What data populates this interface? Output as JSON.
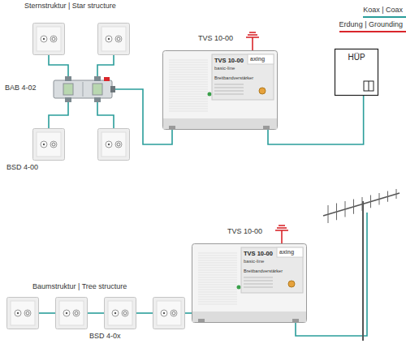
{
  "diagram": {
    "nodes": [
      {
        "text": [
          "BAB 4-02"
        ]
      },
      {
        "text": [
          "TVS 10-00",
          "TVS 10-00",
          "basic-line",
          "axing",
          "Breitbandverstärker"
        ]
      },
      {
        "text": [
          "HÜP"
        ]
      },
      {
        "text": [
          "TVS 10-00",
          "TVS 10-00",
          "basic-line",
          "axing",
          "Breitbandverstärker"
        ]
      }
    ],
    "edges": [
      {
        "from": 0,
        "to": 1,
        "arrow": "none"
      },
      {
        "from": 1,
        "to": 2,
        "arrow": "none"
      }
    ],
    "labels": [
      "Sternstruktur | Star structure",
      "BSD 4-00",
      "Baumstruktur | Tree structure",
      "BSD 4-0x"
    ],
    "legend": [
      {
        "text": "Koax | Coax"
      },
      {
        "text": "Erdung | Grounding"
      }
    ]
  }
}
